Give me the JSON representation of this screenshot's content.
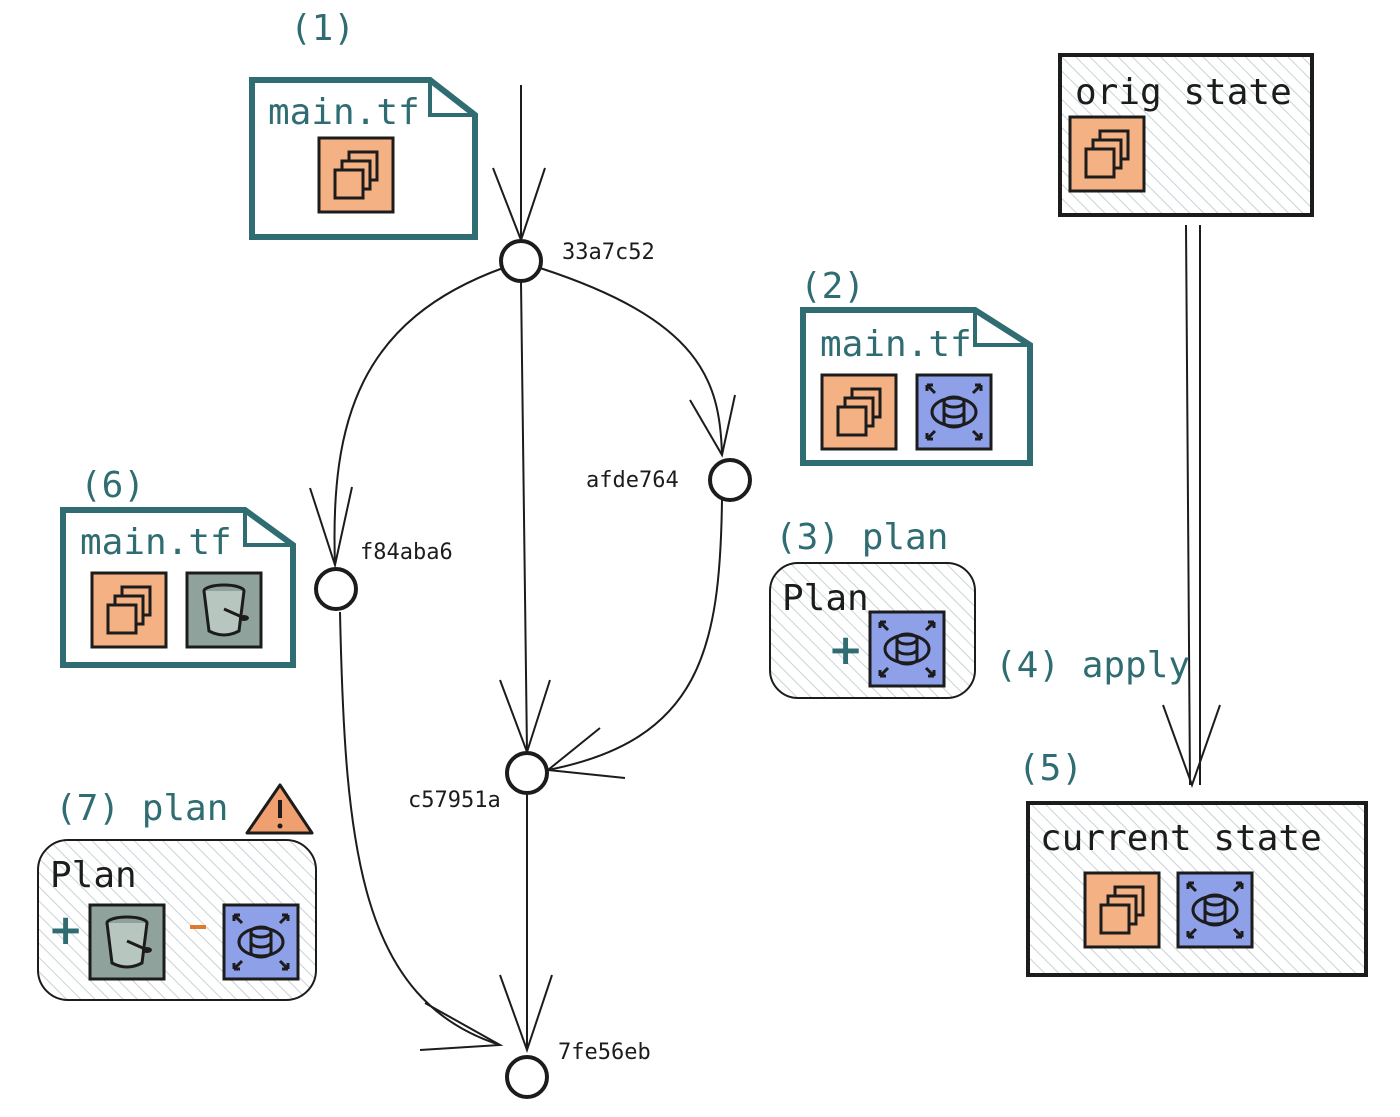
{
  "steps": {
    "s1": "(1)",
    "s2": "(2)",
    "s3": "(3) plan",
    "s4": "(4) apply",
    "s5": "(5)",
    "s6": "(6)",
    "s7": "(7) plan"
  },
  "files": {
    "file1": "main.tf",
    "file2": "main.tf",
    "file6": "main.tf"
  },
  "states": {
    "orig": "orig state",
    "current": "current state"
  },
  "plans": {
    "plan3_title": "Plan",
    "plan3_op": "+",
    "plan7_title": "Plan",
    "plan7_add": "+"
  },
  "commits": {
    "c1": "33a7c52",
    "c2": "afde764",
    "c3": "f84aba6",
    "c4": "c57951a",
    "c5": "7fe56eb"
  },
  "icons": {
    "ec2": "ec2-instance-icon",
    "rds": "database-icon",
    "s3": "s3-bucket-icon",
    "warning": "warning-icon"
  },
  "colors": {
    "teal": "#2f6d73",
    "orange": "#f4b183",
    "blue": "#8ea0e8",
    "gray": "#8fa39c",
    "warn": "#f0a070"
  }
}
